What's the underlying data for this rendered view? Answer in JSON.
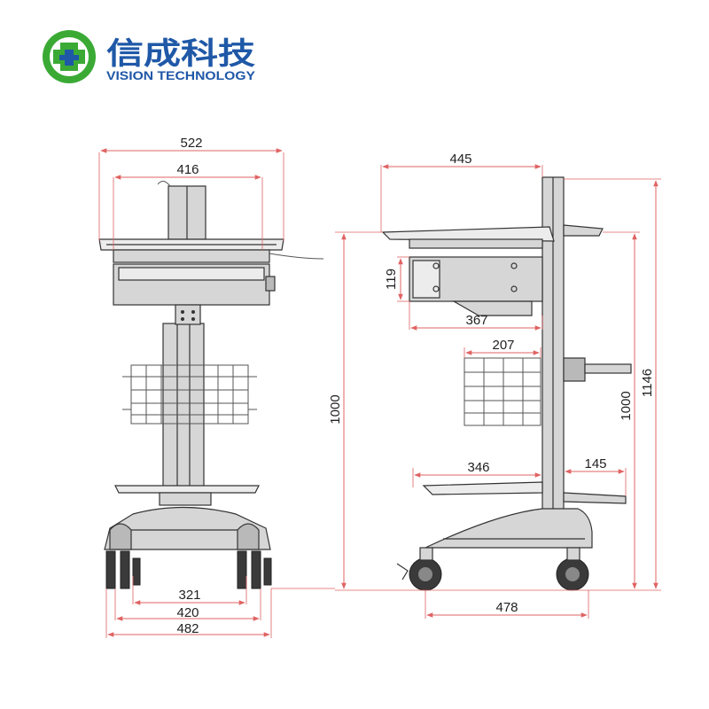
{
  "logo": {
    "name_cn": "信成科技",
    "name_en": "VISION TECHNOLOGY",
    "colors": {
      "green": "#3aaa35",
      "blue": "#1f58a7"
    },
    "icon": "cross-circle-logo-icon"
  },
  "front_view": {
    "dimensions": {
      "top_width": "522",
      "tray_width": "416",
      "caster_inner": "321",
      "base_mid": "420",
      "base_outer": "482"
    }
  },
  "side_view": {
    "dimensions": {
      "top_depth": "445",
      "drawer_height": "119",
      "drawer_depth": "367",
      "basket_width": "207",
      "shelf_depth": "346",
      "handle_offset": "145",
      "base_depth": "478",
      "tray_height": "1000",
      "handle_height": "1000",
      "total_height": "1146"
    }
  },
  "colors": {
    "dimension_line": "#e06363",
    "outline": "#333333",
    "body": "#d6d6d6"
  }
}
